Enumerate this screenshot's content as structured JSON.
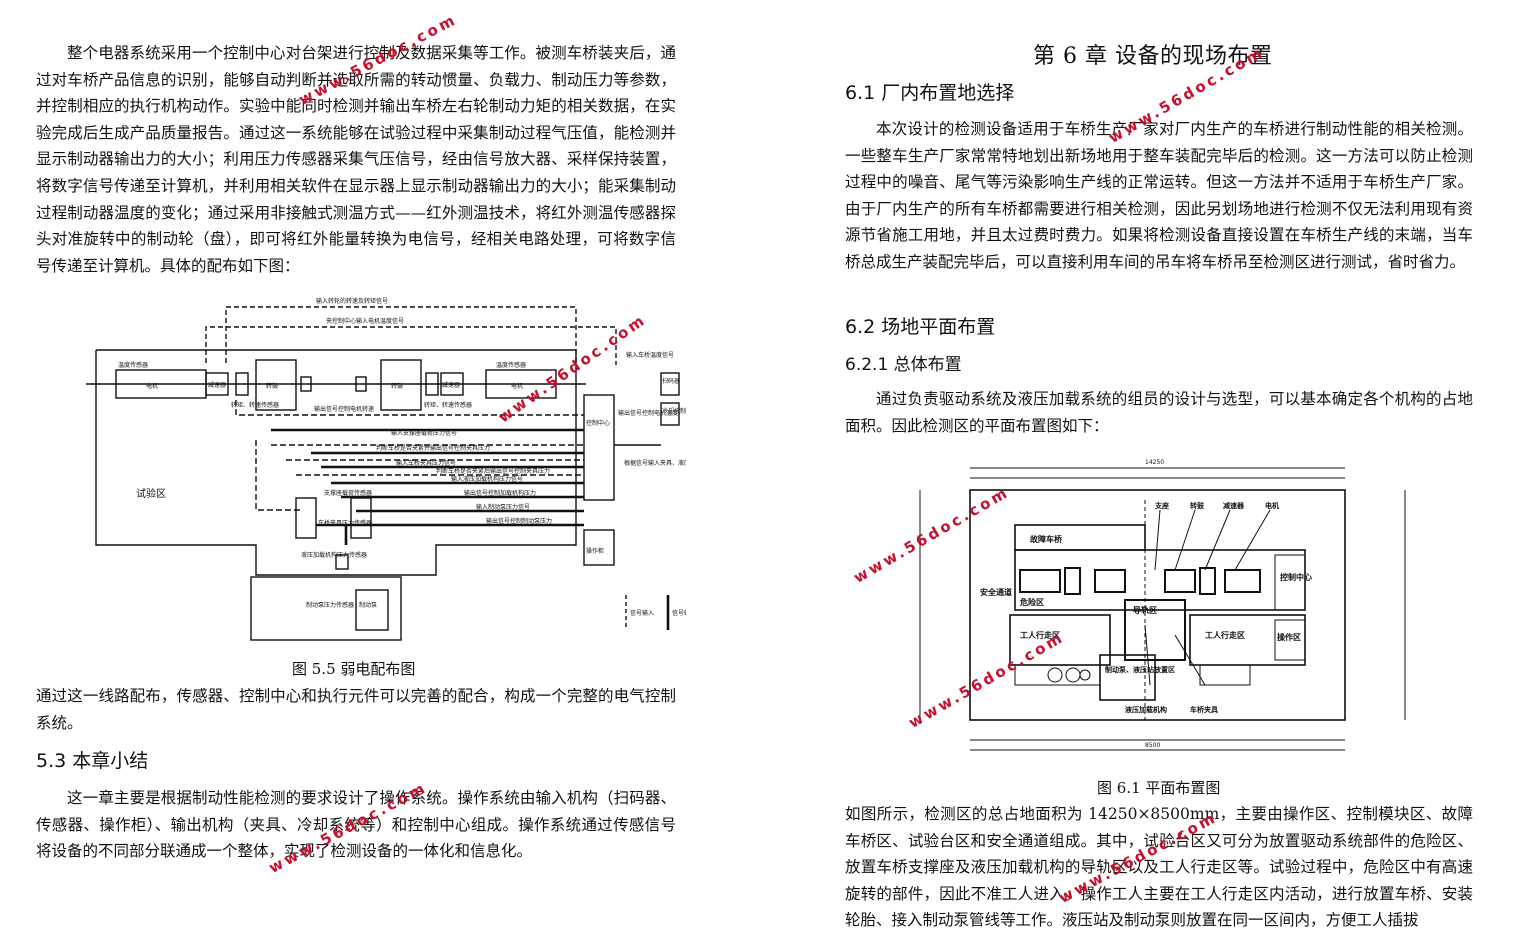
{
  "left": {
    "para1": "整个电器系统采用一个控制中心对台架进行控制及数据采集等工作。被测车桥装夹后，通过对车桥产品信息的识别，能够自动判断并选取所需的转动惯量、负载力、制动压力等参数，并控制相应的执行机构动作。实验中能同时检测并输出车桥左右轮制动力矩的相关数据，在实验完成后生成产品质量报告。通过这一系统能够在试验过程中采集制动过程气压值，能检测并显示制动器输出力的大小；利用压力传感器采集气压信号，经由信号放大器、采样保持装置，将数字信号传递至计算机，并利用相关软件在显示器上显示制动器输出力的大小；能采集制动过程制动器温度的变化；通过采用非接触式测温方式——红外测温技术，将红外测温传感器探头对准旋转中的制动轮（盘），即可将红外能量转换为电信号，经相关电路处理，可将数字信号传递至计算机。具体的配布如下图：",
    "figure_caption": "图 5.5 弱电配布图",
    "para2": "通过这一线路配布，传感器、控制中心和执行元件可以完善的配合，构成一个完整的电气控制系统。",
    "section_title": "5.3 本章小结",
    "para3": "这一章主要是根据制动性能检测的要求设计了操作系统。操作系统由输入机构（扫码器、传感器、操作柜）、输出机构（夹具、冷却系统等）和控制中心组成。操作系统通过传感信号将设备的不同部分联通成一个整体，实现了检测设备的一体化和信息化。"
  },
  "right": {
    "chapter_title": "第 6 章  设备的现场布置",
    "section_61": "6.1 厂内布置地选择",
    "para1": "本次设计的检测设备适用于车桥生产厂家对厂内生产的车桥进行制动性能的相关检测。一些整车生产厂家常常特地划出新场地用于整车装配完毕后的检测。这一方法可以防止检测过程中的噪音、尾气等污染影响生产线的正常运转。但这一方法并不适用于车桥生产厂家。由于厂内生产的所有车桥都需要进行相关检测，因此另划场地进行检测不仅无法利用现有资源节省施工用地，并且太过费时费力。如果将检测设备直接设置在车桥生产线的末端，当车桥总成生产装配完毕后，可以直接利用车间的吊车将车桥吊至检测区进行测试，省时省力。",
    "section_62": "6.2 场地平面布置",
    "section_621": "6.2.1 总体布置",
    "para2": "通过负责驱动系统及液压加载系统的组员的设计与选型，可以基本确定各个机构的占地面积。因此检测区的平面布置图如下：",
    "figure_caption": "图 6.1 平面布置图",
    "para3": "如图所示，检测区的总占地面积为 14250×8500mm，主要由操作区、控制模块区、故障车桥区、试验台区和安全通道组成。其中，试验台区又可分为放置驱动系统部件的危险区、放置车桥支撑座及液压加载机构的导轨区以及工人行走区等。试验过程中，危险区中有高速旋转的部件，因此不准工人进入。操作工人主要在工人行走区内活动，进行放置车桥、安装轮胎、接入制动泵管线等工作。液压站及制动泵则放置在同一区间内，方便工人插拔"
  },
  "diagram1": {
    "top_label1": "输入转轮的转速及转矩信号",
    "top_label2": "夹控制中心输入电机温度信号",
    "temp_sensor_l": "温度传感器",
    "temp_sensor_r": "温度传感器",
    "motor": "电机",
    "reducer": "减速器",
    "flywheel": "转鼓",
    "torque_sensor": "转矩、转速传感器",
    "mid_label": "输出信号控制电机转速",
    "control_center": "控制中心",
    "test_area": "试验区",
    "scanner": "扫码器",
    "cooler": "冷却控制器",
    "operator_cabinet": "操作柜",
    "input_temp": "输入车桥温度信号",
    "output_label": "输出信号控制电机温度",
    "signal_in": "信号输入",
    "signal_out": "信号输出",
    "brake_pump": "制动泵",
    "brake_pressure": "制动泵压力传感器",
    "support_sensor": "支撑座载荷传感器",
    "clamp": "车桥夹具压力传感器",
    "hydraulic": "液压加载机构压力传感器",
    "right_label": "根据信号输入夹具、液压、制动泵压力信号",
    "lines": [
      "输入支撑座载荷压力信号",
      "判断车桥是否夹紧并输出信号控制夹具压力",
      "输入车桥夹具压力信号",
      "判断车桥是否夹紧后输出信号控制夹具压力",
      "输入液压加载机构压力信号",
      "输出信号控制加载机构压力",
      "输入制动泵压力信号",
      "输出信号控制制动泵压力"
    ]
  },
  "diagram2": {
    "fault_axle": "故障车桥",
    "safety": "安全通道",
    "danger": "危险区",
    "walk_l": "工人行走区",
    "walk_r": "工人行走区",
    "control": "控制中心",
    "operation": "操作区",
    "guide": "导轨区",
    "pump": "制动泵、液压站放置区",
    "hydraulic_mech": "液压加载机构",
    "clamp": "车桥夹具",
    "support": "支座",
    "flywheel": "转鼓",
    "reducer": "减速器",
    "motor": "电机",
    "dim_top": "14250",
    "dim_bottom": "8500"
  },
  "watermarks": [
    "www.56doc.com",
    "www.56doc.com",
    "www.56doc.com",
    "www.56doc.com",
    "www.56doc.com",
    "www.56doc.com",
    "www.56doc.com"
  ]
}
